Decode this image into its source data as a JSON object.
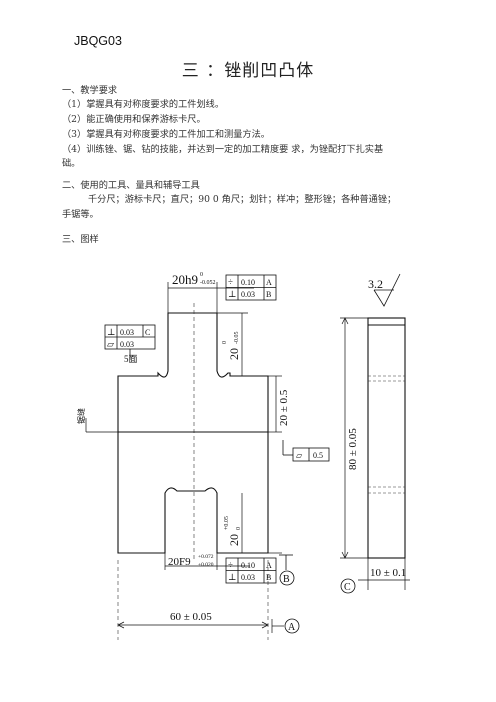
{
  "doc_code": "JBQG03",
  "title": "三 ：锉削凹凸体",
  "section1_heading": "一、教学要求",
  "requirements": [
    "（1）掌握具有对称度要求的工件划线。",
    "（2）能正确使用和保养游标卡尺。",
    "（3）掌握具有对称度要求的工件加工和测量方法。",
    "（4）训练锉、锯、钻的技能，并达到一定的加工精度要 求，为锉配打下扎实基",
    "础。"
  ],
  "section2_heading": "二、使用的工具、量具和辅导工具",
  "tools_line1": "千分尺；游标卡尺；直尺；90 0 角尺；划针；样冲；整形锉；各种普通锉；",
  "tools_line2": "手锯等。",
  "section3_heading": "三、图样",
  "drawing": {
    "top_dim": "20h9",
    "top_dim_tol": "-0.052",
    "top_dim_tol_upper": "0",
    "fcf_top_row1_sym": "÷",
    "fcf_top_row1_val": "0.10",
    "fcf_top_row1_ref": "A",
    "fcf_top_row2_sym": "⊥",
    "fcf_top_row2_val": "0.03",
    "fcf_top_row2_ref": "B",
    "fcf_left_row1_sym": "⊥",
    "fcf_left_row1_val": "0.03",
    "fcf_left_row1_ref": "C",
    "fcf_left_row2_sym": "▱",
    "fcf_left_row2_val": "0.03",
    "fcf_left_note": "5面",
    "side_label": "锯缝",
    "dim_20_upper": "20",
    "dim_20_upper_tol": "0",
    "dim_20_upper_tol2": "-0.05",
    "dim_20_mid": "20 ± 0.5",
    "fcf_flat_sym": "▱",
    "fcf_flat_val": "0.5",
    "dim_20_lower": "20",
    "dim_20_lower_tol": "+0.05",
    "dim_20_lower_tol2": "0",
    "bottom_dim": "20F9",
    "bottom_dim_tol_upper": "+0.072",
    "bottom_dim_tol_lower": "+0.020",
    "fcf_bot_row1_sym": "÷",
    "fcf_bot_row1_val": "0.10",
    "fcf_bot_row1_ref": "A",
    "fcf_bot_row2_sym": "⊥",
    "fcf_bot_row2_val": "0.03",
    "fcf_bot_row2_ref": "B",
    "datum_b": "B",
    "width_dim": "60 ± 0.05",
    "datum_a": "A",
    "roughness": "3.2",
    "height_dim": "80 ± 0.05",
    "thickness_dim": "10 ± 0.1",
    "datum_c": "C"
  }
}
